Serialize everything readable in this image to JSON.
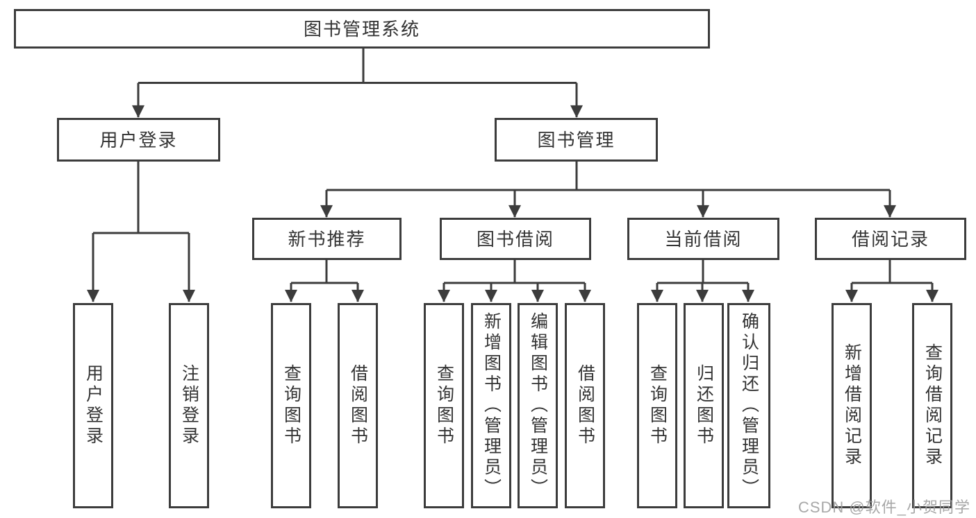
{
  "diagram_type": "hierarchy",
  "colors": {
    "line": "#3c3c3c",
    "box_border": "#3c3c3c",
    "text": "#333333",
    "background": "#ffffff",
    "watermark": "#9e9e9e"
  },
  "tree": {
    "label": "图书管理系统",
    "children": [
      {
        "label": "用户登录",
        "children": [
          {
            "label": "用户登录"
          },
          {
            "label": "注销登录"
          }
        ]
      },
      {
        "label": "图书管理",
        "children": [
          {
            "label": "新书推荐",
            "children": [
              {
                "label": "查询图书"
              },
              {
                "label": "借阅图书"
              }
            ]
          },
          {
            "label": "图书借阅",
            "children": [
              {
                "label": "查询图书"
              },
              {
                "label": "新增图书（管理员）"
              },
              {
                "label": "编辑图书（管理员）"
              },
              {
                "label": "借阅图书"
              }
            ]
          },
          {
            "label": "当前借阅",
            "children": [
              {
                "label": "查询图书"
              },
              {
                "label": "归还图书"
              },
              {
                "label": "确认归还（管理员）"
              }
            ]
          },
          {
            "label": "借阅记录",
            "children": [
              {
                "label": "新增借阅记录"
              },
              {
                "label": "查询借阅记录"
              }
            ]
          }
        ]
      }
    ]
  },
  "watermark": {
    "text": "CSDN @软件_小贺同学"
  }
}
